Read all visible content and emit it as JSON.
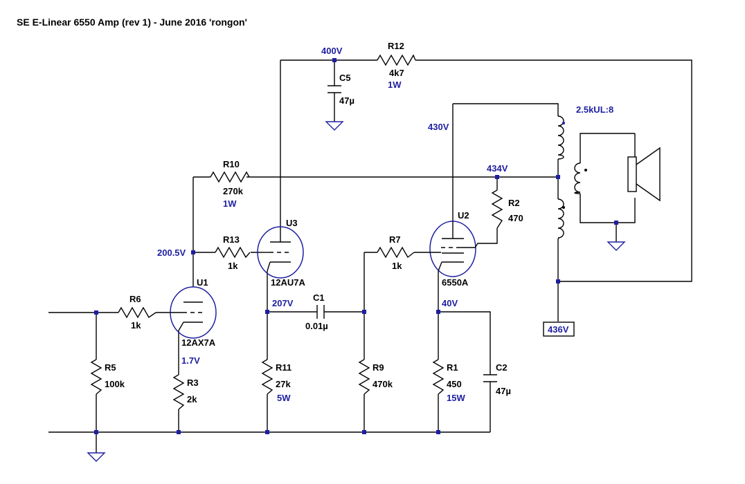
{
  "title": "SE E-Linear 6550 Amp (rev 1) - June 2016 'rongon'",
  "voltages": {
    "v400": "400V",
    "v430": "430V",
    "v434": "434V",
    "v200_5": "200.5V",
    "v207": "207V",
    "v40": "40V",
    "v1_7": "1.7V",
    "v436": "436V"
  },
  "components": {
    "R12": {
      "name": "R12",
      "value": "4k7",
      "power": "1W"
    },
    "C5": {
      "name": "C5",
      "value": "47µ"
    },
    "R10": {
      "name": "R10",
      "value": "270k",
      "power": "1W"
    },
    "R13": {
      "name": "R13",
      "value": "1k"
    },
    "R7": {
      "name": "R7",
      "value": "1k"
    },
    "R2": {
      "name": "R2",
      "value": "470"
    },
    "R6": {
      "name": "R6",
      "value": "1k"
    },
    "C1": {
      "name": "C1",
      "value": "0.01µ"
    },
    "R5": {
      "name": "R5",
      "value": "100k"
    },
    "R3": {
      "name": "R3",
      "value": "2k"
    },
    "R11": {
      "name": "R11",
      "value": "27k",
      "power": "5W"
    },
    "R9": {
      "name": "R9",
      "value": "470k"
    },
    "R1": {
      "name": "R1",
      "value": "450",
      "power": "15W"
    },
    "C2": {
      "name": "C2",
      "value": "47µ"
    },
    "U1": {
      "name": "U1",
      "value": "12AX7A"
    },
    "U2": {
      "name": "U2",
      "value": "6550A"
    },
    "U3": {
      "name": "U3",
      "value": "12AU7A"
    },
    "T1": {
      "value": "2.5kUL:8"
    }
  },
  "colors": {
    "wire": "#000000",
    "node": "#1e1ea0",
    "label_blue": "#1e1ea0"
  }
}
